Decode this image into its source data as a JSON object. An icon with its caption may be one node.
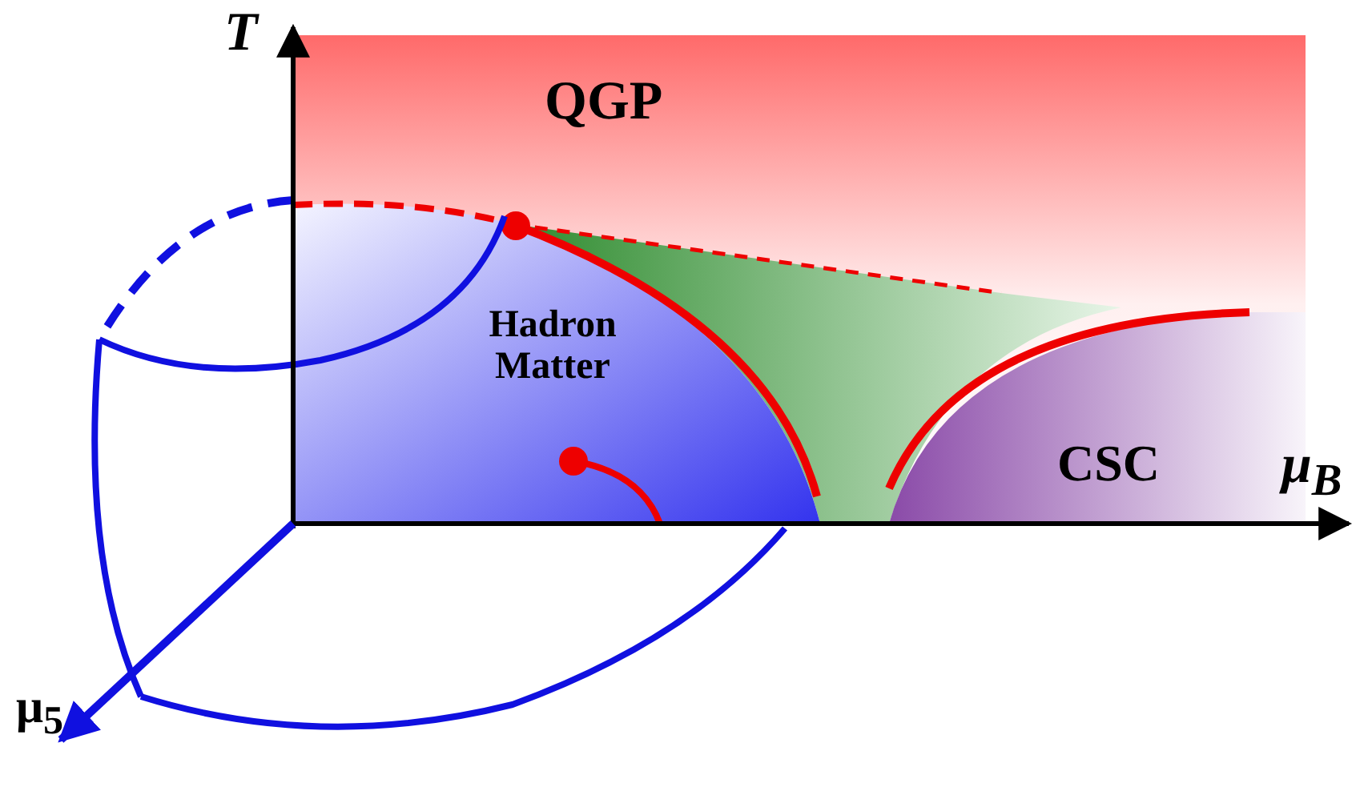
{
  "diagram": {
    "labels": [
      "T",
      "QGP",
      "Hadron Matter",
      "CSC",
      "μ$_{B}$",
      "μ$_{5}$"
    ]
  }
}
